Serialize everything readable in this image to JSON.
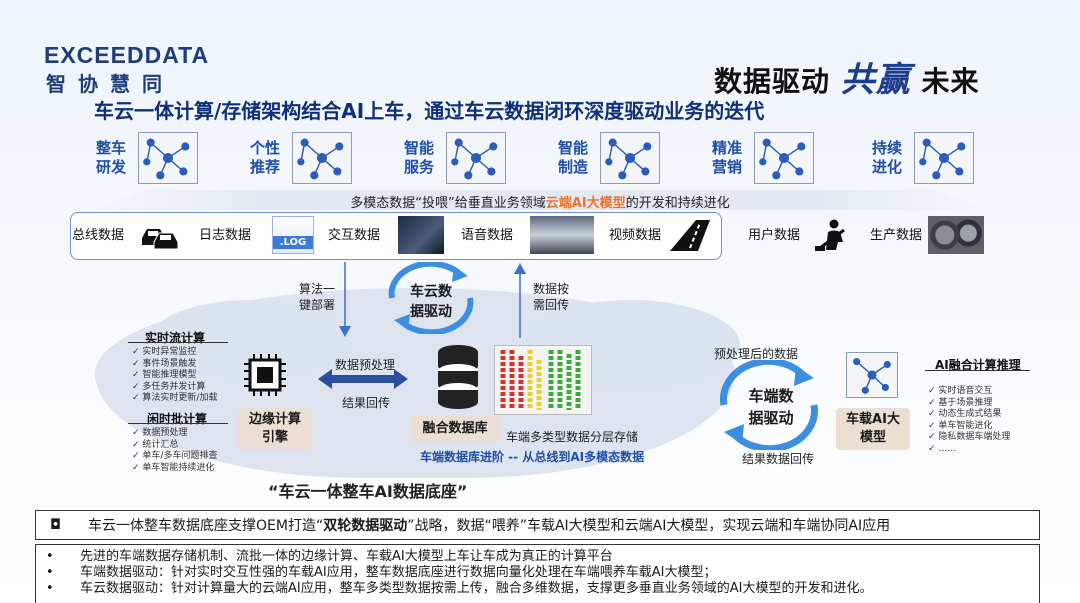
{
  "logo": {
    "en": "EXCEEDDATA",
    "cn": "智协慧同"
  },
  "slogan": {
    "part1": "数据驱动",
    "highlight": "共赢",
    "part2": "未来"
  },
  "headline": "车云一体计算/存储架构结合AI上车，通过车云数据闭环深度驱动业务的迭代",
  "domains": [
    {
      "line1": "整车",
      "line2": "研发"
    },
    {
      "line1": "个性",
      "line2": "推荐"
    },
    {
      "line1": "智能",
      "line2": "服务"
    },
    {
      "line1": "智能",
      "line2": "制造"
    },
    {
      "line1": "精准",
      "line2": "营销"
    },
    {
      "line1": "持续",
      "line2": "进化"
    }
  ],
  "feed": {
    "prefix": "多模态数据“投喂”给垂直业务领域",
    "highlight": "云端AI大模型",
    "suffix": "的开发和持续进化"
  },
  "data_types": {
    "bus": "总线数据",
    "log": "日志数据",
    "log_badge": ".LOG",
    "interaction": "交互数据",
    "voice": "语音数据",
    "video": "视频数据",
    "user": "用户数据",
    "production": "生产数据"
  },
  "cloud": {
    "algo_deploy_1": "算法一",
    "algo_deploy_2": "键部署",
    "upload_1": "数据按",
    "upload_2": "需回传",
    "cloud_drive_1": "车云数",
    "cloud_drive_2": "据驱动",
    "realtime_title": "实时流计算",
    "realtime_items": [
      "实时异常监控",
      "事件场景触发",
      "智能推理模型",
      "多任务并发计算",
      "算法实时更新/加载"
    ],
    "batch_title": "闲时批计算",
    "batch_items": [
      "数据预处理",
      "统计汇总",
      "单车/多车问题排查",
      "单车智能持续进化"
    ],
    "edge_1": "边缘计算",
    "edge_2": "引擎",
    "preprocess": "数据预处理",
    "result_return": "结果回传",
    "fusion_db": "融合数据库",
    "tiered_storage": "车端多类型数据分层存储",
    "evolution": "车端数据库进阶 -- 从总线到AI多模态数据",
    "foundation": "“车云一体整车AI数据底座”"
  },
  "vehicle": {
    "preprocessed": "预处理后的数据",
    "drive_1": "车端数",
    "drive_2": "据驱动",
    "result_return": "结果数据回传",
    "model_1": "车载AI大",
    "model_2": "模型",
    "fusion_title": "AI融合计算推理",
    "fusion_items": [
      "实时语音交互",
      "基于场景推理",
      "动态生成式结果",
      "单车智能进化",
      "隐私数据车端处理",
      "……"
    ]
  },
  "summary": {
    "marker": "◘",
    "prefix": "车云一体整车数据底座支撑OEM打造“",
    "bold": "双轮数据驱动",
    "suffix": "”战略，数据“喂养”车载AI大模型和云端AI大模型，实现云端和车端协同AI应用"
  },
  "bullets": [
    "先进的车端数据存储机制、流批一体的边缘计算、车载AI大模型上车让车成为真正的计算平台",
    "车端数据驱动：针对实时交互性强的车载AI应用，整车数据底座进行数据向量化处理在车端喂养车载AI大模型；",
    "车云数据驱动：针对计算量大的云端AI应用，整车多类型数据按需上传，融合多维数据，支撑更多垂直业务领域的AI大模型的开发和进化。"
  ],
  "bullet_marker": "•",
  "colors": {
    "primary": "#1f4fa8",
    "dark_blue": "#0f2f7a",
    "accent": "#e8742a",
    "tag_bg": "#eadfd2",
    "cycle_blue": "#3b8ee0"
  }
}
